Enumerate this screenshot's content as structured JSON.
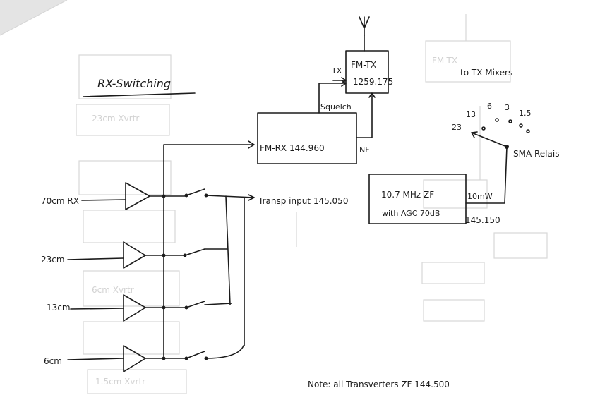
{
  "title": "RX-Switching",
  "inputs": {
    "band_70cm": "70cm RX",
    "band_23cm": "23cm",
    "band_13cm": "13cm",
    "band_6cm": "6cm"
  },
  "blocks": {
    "fm_rx": "FM-RX 144.960",
    "fm_tx_line1": "FM-TX",
    "fm_tx_line2": "1259.175",
    "if_unit_line1": "10.7 MHz ZF",
    "if_unit_line2": "with AGC 70dB"
  },
  "labels": {
    "tx": "TX",
    "squelch": "Squelch",
    "nf": "NF",
    "transp_input": "Transp input 145.050",
    "power_10mw": "10mW",
    "freq_145150": "145.150",
    "to_tx_mixers": "to TX Mixers",
    "sma_relais": "SMA Relais"
  },
  "selector_positions": [
    "23",
    "13",
    "6",
    "3",
    "1.5"
  ],
  "note": "Note: all Transverters ZF 144.500"
}
